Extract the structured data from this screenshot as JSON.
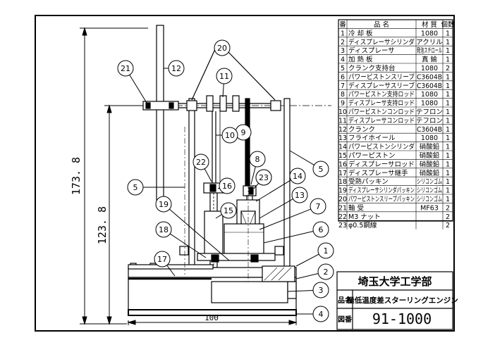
{
  "dimensions": {
    "overall_height": "173. 8",
    "shaft_height": "123. 8",
    "width": "100"
  },
  "balloons": [
    "1",
    "2",
    "3",
    "4",
    "5",
    "5",
    "6",
    "7",
    "8",
    "9",
    "10",
    "11",
    "12",
    "13",
    "14",
    "15",
    "16",
    "17",
    "18",
    "19",
    "20",
    "21",
    "22",
    "23",
    "23"
  ],
  "bom": {
    "header": [
      "番",
      "品 名",
      "材 質",
      "個数"
    ],
    "rows": [
      {
        "no": "1",
        "name": "冷 却 板",
        "mat": "1080",
        "qty": "1"
      },
      {
        "no": "2",
        "name": "ディスプレーサシリンダ",
        "mat": "アクリル",
        "qty": "1"
      },
      {
        "no": "3",
        "name": "ディスプレーサ",
        "mat": "発泡スチロール",
        "qty": "1"
      },
      {
        "no": "4",
        "name": "加 熱 板",
        "mat": "真 鍮",
        "qty": "1"
      },
      {
        "no": "5",
        "name": "クランク支持台",
        "mat": "1080",
        "qty": "2"
      },
      {
        "no": "6",
        "name": "パワーピストンスリーブ",
        "mat": "C3604B",
        "qty": "1"
      },
      {
        "no": "7",
        "name": "ディスプレーサスリーブ",
        "mat": "C3604B",
        "qty": "1"
      },
      {
        "no": "8",
        "name": "パワーピストン支持ロッド",
        "mat": "1080",
        "qty": "1"
      },
      {
        "no": "9",
        "name": "ディスプレーサ支持ロッド",
        "mat": "1080",
        "qty": "1"
      },
      {
        "no": "10",
        "name": "パワーピストンコンロッド",
        "mat": "テフロン",
        "qty": "1"
      },
      {
        "no": "11",
        "name": "ディスプレーサコンロッド",
        "mat": "テフロン",
        "qty": "1"
      },
      {
        "no": "12",
        "name": "クランク",
        "mat": "C3604B",
        "qty": "1"
      },
      {
        "no": "13",
        "name": "フライホイール",
        "mat": "1080",
        "qty": "1"
      },
      {
        "no": "14",
        "name": "パワーピストンシリンダ",
        "mat": "硝酸鉛",
        "qty": "1"
      },
      {
        "no": "15",
        "name": "パワーピストン",
        "mat": "硝酸鉛",
        "qty": "1"
      },
      {
        "no": "16",
        "name": "ディスプレーサロッド",
        "mat": "硝酸鉛",
        "qty": "1"
      },
      {
        "no": "17",
        "name": "ディスプレーサ継手",
        "mat": "硝酸鉛",
        "qty": "1"
      },
      {
        "no": "18",
        "name": "受熱パッキン",
        "mat": "シリコンゴム",
        "qty": "1"
      },
      {
        "no": "19",
        "name": "ディスプレーサシリンダパッキン",
        "mat": "シリコンゴム",
        "qty": "1"
      },
      {
        "no": "20",
        "name": "パワーピストンスリーブパッキン",
        "mat": "シリコンゴム",
        "qty": "1"
      },
      {
        "no": "21",
        "name": "軸 受",
        "mat": "MF63",
        "qty": "2"
      },
      {
        "no": "22",
        "name": "M3 ナット",
        "mat": "",
        "qty": "2"
      },
      {
        "no": "23",
        "name": "φ0.5鋼線",
        "mat": "",
        "qty": "2"
      }
    ]
  },
  "title_block": {
    "org": "埼玉大学工学部",
    "name_label": "品名",
    "name": "極低温度差スターリングエンジン",
    "dwg_label": "図番",
    "dwg_no": "91-1000"
  }
}
